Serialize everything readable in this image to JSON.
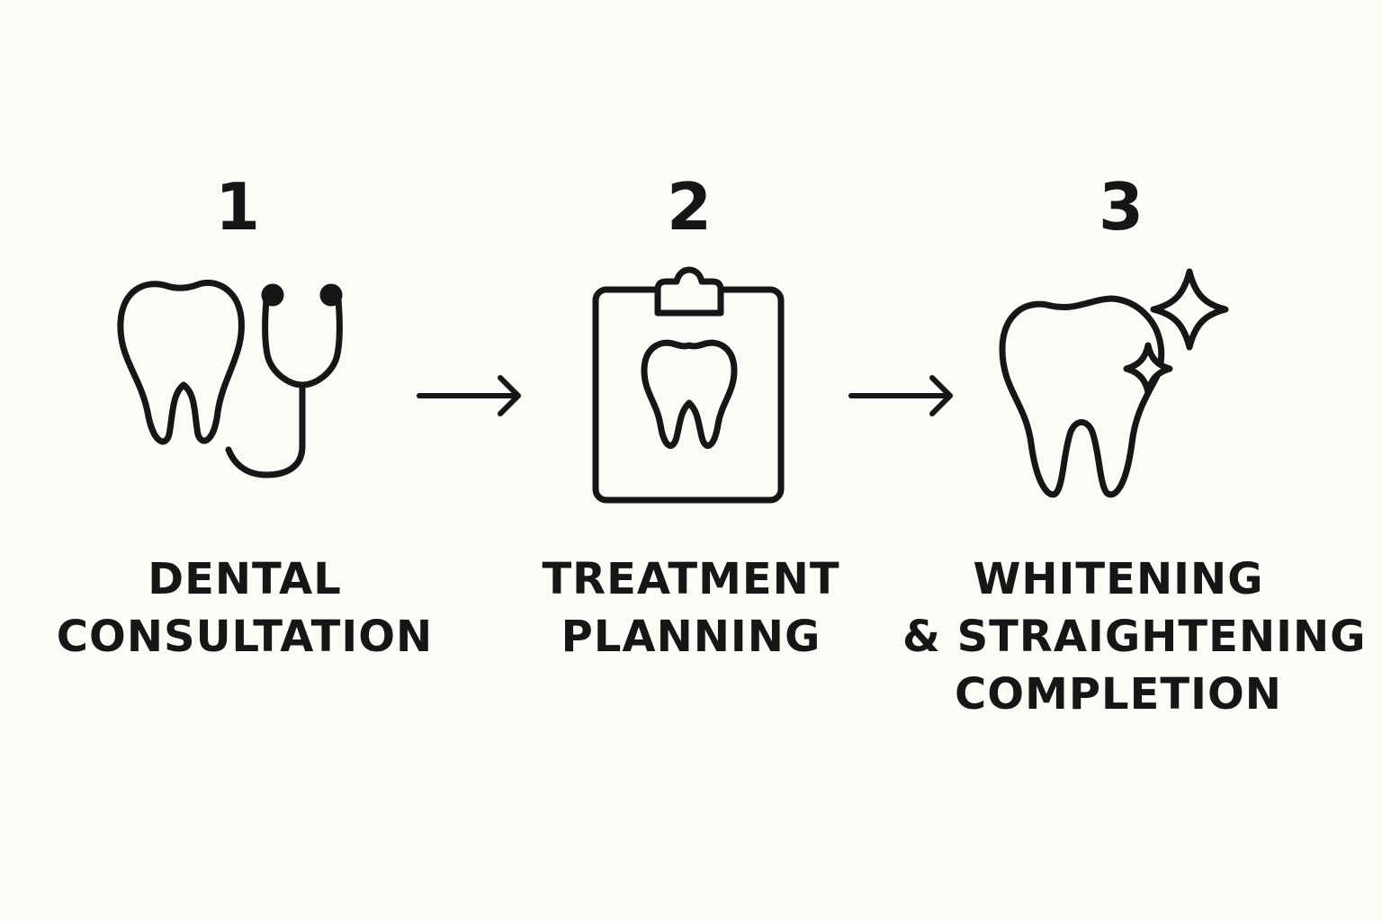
{
  "steps": [
    {
      "number": "1",
      "label_lines": [
        "DENTAL",
        "CONSULTATION"
      ],
      "icon": "tooth-stethoscope-icon"
    },
    {
      "number": "2",
      "label_lines": [
        "TREATMENT",
        "PLANNING"
      ],
      "icon": "clipboard-tooth-icon"
    },
    {
      "number": "3",
      "label_lines": [
        "WHITENING",
        "& STRAIGHTENING",
        "COMPLETION"
      ],
      "icon": "sparkling-tooth-icon"
    }
  ],
  "connectors": [
    "arrow-right-icon",
    "arrow-right-icon"
  ],
  "colors": {
    "background": "#fcfbf7",
    "ink": "#161616"
  }
}
